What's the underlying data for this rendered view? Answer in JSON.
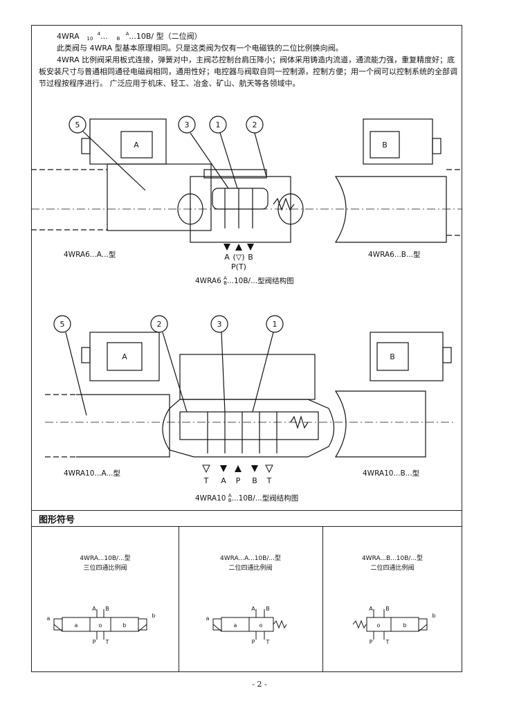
{
  "intro": {
    "heading_prefix": "4WRA",
    "heading_mid": "...",
    "heading_suffix": "...10B/ 型（二位阀）",
    "sup_top": "4",
    "sup_bottom": "10",
    "ab_top": "A",
    "ab_bottom": "B",
    "para1": "此类阀与 4WRA 型基本原理相同。只是这类阀为仅有一个电磁铁的二位比例换向阀。",
    "para2": "4WRA 比例阀采用板式连接，弹簧对中，主阀芯控制台肩压降小；阀体采用铸造内流道，通流能力强，重复精度好；底板安装尺寸与普通相同通径电磁阀相同，通用性好；电控器与阀取自同一控制源，控制方便；用一个阀可以控制系统的全部调节过程按程序进行。 广泛应用于机床、轻工、冶金、矿山、航天等各领域中。"
  },
  "diagram1": {
    "callouts": [
      "5",
      "3",
      "1",
      "2"
    ],
    "solenoid_a": "A",
    "solenoid_b": "B",
    "ports": [
      "A",
      "(▽)",
      "B"
    ],
    "port_pt": "P(T)",
    "left_label": "4WRA6...A...型",
    "right_label": "4WRA6...B...型",
    "caption_prefix": "4WRA6",
    "caption_suffix": "...10B/...型阀结构图"
  },
  "diagram2": {
    "callouts": [
      "5",
      "2",
      "3",
      "1"
    ],
    "solenoid_a": "A",
    "solenoid_b": "B",
    "ports": [
      "T",
      "A",
      "P",
      "B",
      "T"
    ],
    "left_label": "4WRA10...A...型",
    "right_label": "4WRA10...B...型",
    "caption_prefix": "4WRA10",
    "caption_suffix": "...10B/...型阀结构图"
  },
  "symbols": {
    "section_title": "图形符号",
    "items": [
      {
        "model": "4WRA...10B/...型",
        "desc": "三位四通比例阀",
        "left": "a",
        "mid": "o",
        "right": "b",
        "sol_l": "a",
        "sol_r": "b"
      },
      {
        "model": "4WRA...A...10B/...型",
        "desc": "二位四通比例阀",
        "left": "a",
        "mid": "o",
        "right": "",
        "sol_l": "a",
        "sol_r": ""
      },
      {
        "model": "4WRA...B...10B/...型",
        "desc": "二位四通比例阀",
        "left": "",
        "mid": "o",
        "right": "b",
        "sol_l": "",
        "sol_r": "b"
      }
    ],
    "port_a": "A",
    "port_b": "B",
    "port_p": "P",
    "port_t": "T"
  },
  "page_number": "- 2 -"
}
